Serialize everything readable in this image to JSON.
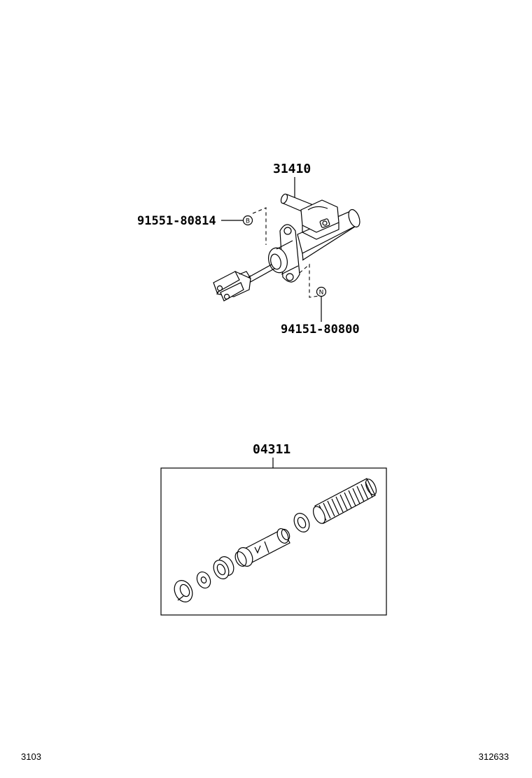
{
  "diagram": {
    "assembly": {
      "part_number": "31410",
      "callouts": [
        {
          "part_number": "91551-80814",
          "badge": "B"
        },
        {
          "part_number": "94151-80800",
          "badge": "N"
        }
      ]
    },
    "kit": {
      "part_number": "04311"
    }
  },
  "footer": {
    "left_code": "3103",
    "right_code": "312633"
  }
}
